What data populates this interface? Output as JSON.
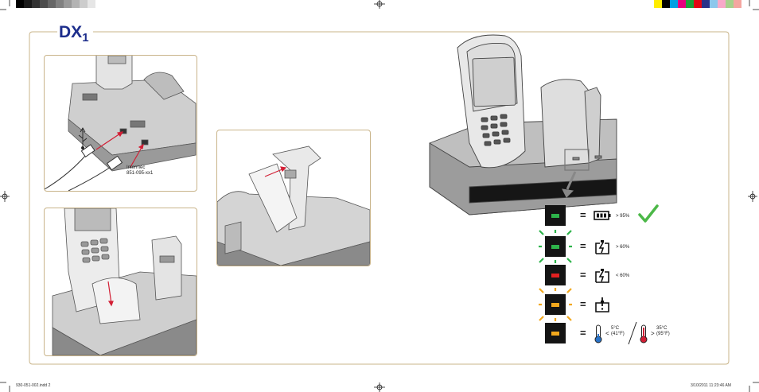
{
  "title": {
    "main": "DX",
    "sub": "1"
  },
  "cable_label": {
    "line1": "Intermec",
    "line2": "851-095-xx1"
  },
  "indicators": [
    {
      "color": "#2db34a",
      "blink": false,
      "label": "> 95%",
      "icon": "battery-full-icon",
      "check": true
    },
    {
      "color": "#2db34a",
      "blink": true,
      "label": "> 60%",
      "icon": "charging-icon"
    },
    {
      "color": "#e02020",
      "blink": false,
      "label": "< 60%",
      "icon": "charging-icon"
    },
    {
      "color": "#f2a81d",
      "blink": true,
      "label": "",
      "icon": "battery-warning-icon"
    },
    {
      "color": "#f2a81d",
      "blink": false,
      "label": "",
      "icon": "temperature-icon"
    }
  ],
  "equals": "=",
  "temperature": {
    "low_sign": "<",
    "low_c": "5°C",
    "low_f": "(41°F)",
    "high_sign": ">",
    "high_c": "35°C",
    "high_f": "(95°F)"
  },
  "footer": {
    "left": "930-051-002.indd   2",
    "right": "3/10/2011   11:23:46 AM"
  },
  "swatches_left": [
    "#000000",
    "#1a1a1a",
    "#333333",
    "#4d4d4d",
    "#666666",
    "#808080",
    "#999999",
    "#b3b3b3",
    "#cccccc",
    "#e6e6e6",
    "#ffffff"
  ],
  "swatches_right": [
    "#ffed00",
    "#000000",
    "#00a0e3",
    "#e5007e",
    "#1ba039",
    "#e30613",
    "#2a3288",
    "#8cc7ec",
    "#f7a9c9",
    "#a7d08c",
    "#f4a6a0"
  ]
}
